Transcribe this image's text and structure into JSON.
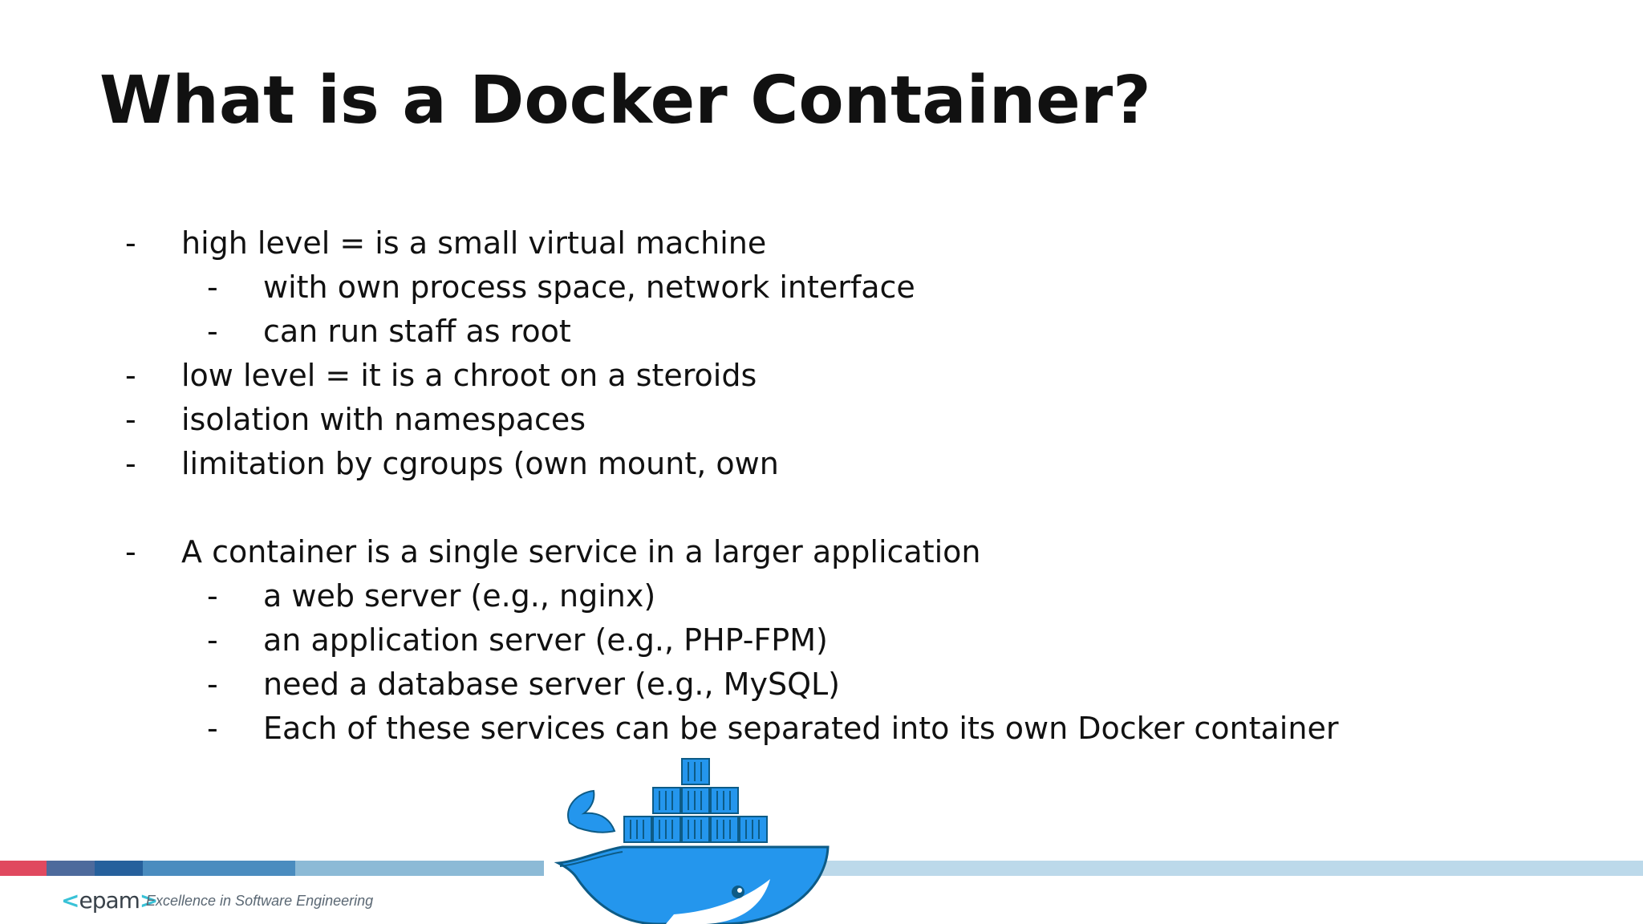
{
  "slide": {
    "title": "What is a Docker Container?",
    "bullets": [
      {
        "dash": "-",
        "text": "high level = is a small virtual machine"
      },
      {
        "dash": "-",
        "text": "with own process space, network interface"
      },
      {
        "dash": "-",
        "text": "can run staff as root"
      },
      {
        "dash": "-",
        "text": "low level = it is a chroot on a steroids"
      },
      {
        "dash": "-",
        "text": "isolation with namespaces"
      },
      {
        "dash": "-",
        "text": "limitation by cgroups (own mount, own"
      },
      {
        "dash": "-",
        "text": "A container is a single service in a larger application"
      },
      {
        "dash": "-",
        "text": "a web server (e.g., nginx)"
      },
      {
        "dash": "-",
        "text": "an application server (e.g., PHP-FPM)"
      },
      {
        "dash": "-",
        "text": "need a database server (e.g., MySQL)"
      },
      {
        "dash": "-",
        "text": "Each of these services can be separated into its own Docker container"
      }
    ]
  },
  "footer": {
    "logo_left": "<",
    "logo_text": "epam",
    "logo_right": ">",
    "tagline": "Excellence in Software Engineering"
  },
  "colors": {
    "stripe_red": "#e0495f",
    "stripe_navy": "#4d6a9c",
    "stripe_dark_blue": "#26609c",
    "stripe_mid_blue": "#4a8cbf",
    "stripe_light_blue": "#8cbad6",
    "stripe_pale_blue": "#bcd9ea",
    "docker_blue": "#2496ed",
    "docker_dark": "#0d5b86"
  },
  "icons": {
    "mascot": "docker-whale-icon",
    "logo": "epam-logo"
  }
}
